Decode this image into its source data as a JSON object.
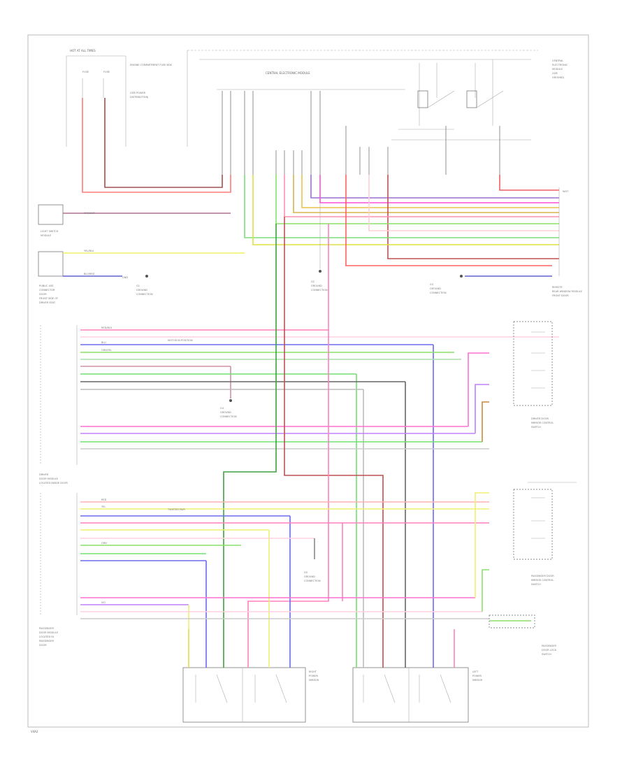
{
  "diagram": {
    "top_module": "CENTRAL ELECTRONIC MODULE",
    "hot_at_all_times": "HOT AT ALL TIMES",
    "fuse_a": "FUSE",
    "fuse_b": "FUSE",
    "engine_compartment_fuse_box": "ENGINE COMPARTMENT FUSE BOX",
    "fuse_box_notes": [
      "(SEE POWER",
      "DISTRIBUTION)"
    ],
    "central_module_right": [
      "CENTRAL",
      "ELECTRONIC",
      "MODULE",
      "(SEE",
      "GROUND)"
    ],
    "light_switch_module": [
      "LIGHT SWITCH",
      "MODULE"
    ],
    "left_panel_module": [
      "PUBLIC USE",
      "CONNECTOR",
      "DOOR",
      "FRONT SIDE OF",
      "DRIVER SEAT"
    ],
    "ground_labels": [
      [
        "G1",
        "GROUND",
        "CONNECTION"
      ],
      [
        "G2",
        "GROUND",
        "CONNECTION"
      ],
      [
        "G3",
        "GROUND",
        "CONNECTION"
      ],
      [
        "G4",
        "GROUND",
        "CONNECTION"
      ],
      [
        "G5",
        "GROUND",
        "CONNECTION"
      ]
    ],
    "rear_module_right": [
      "REMOTE",
      "REAR WINDOW MODULE",
      "FRONT DOOR"
    ],
    "driver_module": [
      "DRIVER",
      "DOOR MODULE",
      "LOCATED INSIDE DOOR"
    ],
    "passenger_module": [
      "PASSENGER",
      "DOOR MODULE",
      "LOCATED IN",
      "PASSENGER",
      "DOOR"
    ],
    "driver_mirror_switch": [
      "DRIVER DOOR",
      "MIRROR CONTROL",
      "SWITCH"
    ],
    "passenger_mirror_switch": [
      "PASSENGER DOOR",
      "MIRROR CONTROL",
      "SWITCH"
    ],
    "passenger_door_switch": [
      "PASSENGER",
      "DOOR LOCK",
      "SWITCH"
    ],
    "right_mirror_motor": [
      "RIGHT",
      "POWER",
      "MIRROR"
    ],
    "left_mirror_motor": [
      "LEFT",
      "POWER",
      "MIRROR"
    ],
    "wire_tags": {
      "gnd": "GND",
      "red": "RED",
      "yel": "YEL",
      "blu": "BLU",
      "grn": "GRN",
      "vio": "VIO",
      "wht": "WHT",
      "red_blu": "RED/BLU",
      "yel_blu": "YEL/BLU",
      "blu_red": "BLU/RED",
      "grn_yel": "GRN/YEL",
      "vio_wht": "VIO/WHT"
    },
    "notes": [
      "MOTOR IN POSITION",
      "TWISTED PAIR"
    ],
    "footer_code": "V4A2"
  }
}
